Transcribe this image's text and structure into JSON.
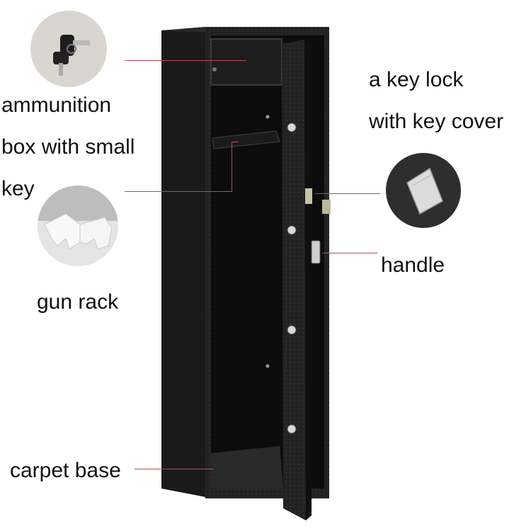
{
  "labels": {
    "ammunition_line1": "ammunition",
    "ammunition_line2": "box with small",
    "ammunition_line3": "key",
    "key_lock_line1": "a key lock",
    "key_lock_line2": "with key cover",
    "handle": "handle",
    "gun_rack": "gun rack",
    "carpet_base": "carpet base"
  },
  "colors": {
    "callout_line": "#b84a4a",
    "safe_body": "#1c1c1c",
    "label_text": "#111111"
  },
  "icons": {
    "keys_thumbnail": "keys-icon",
    "foam_rack_thumbnail": "foam-rack-icon",
    "key_cover_thumbnail": "key-cover-icon"
  }
}
